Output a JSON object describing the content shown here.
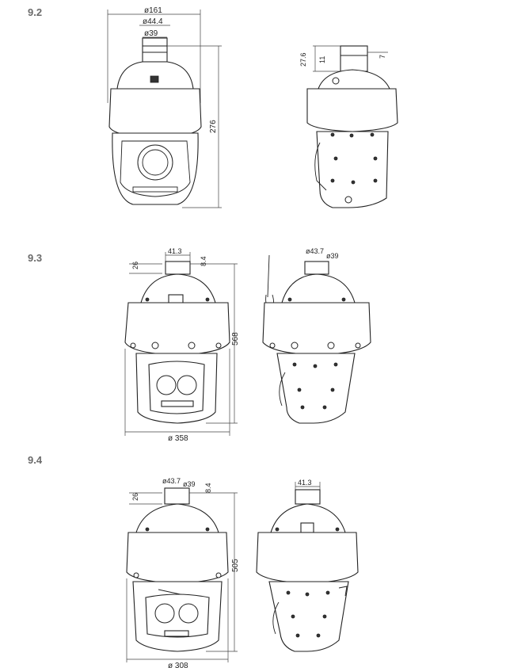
{
  "sections": [
    {
      "label": "9.2",
      "front": {
        "dia_top": "ø161",
        "dia_mid": "ø44.4",
        "dia_small": "ø39",
        "height": "276"
      },
      "side": {
        "dim_a": "27.6",
        "dim_b": "11",
        "dim_c": "7"
      }
    },
    {
      "label": "9.3",
      "front": {
        "top_offset": "26",
        "mount_width": "41.3",
        "mount_height": "8.4",
        "height": "568",
        "base_dia": "ø 358"
      },
      "side": {
        "dia_a": "ø43.7",
        "dia_b": "ø39"
      }
    },
    {
      "label": "9.4",
      "front": {
        "dia_a": "ø43.7",
        "dia_b": "ø39",
        "top_offset": "26",
        "mount_height": "8.4",
        "height": "505",
        "base_dia": "ø 308"
      },
      "side": {
        "mount_width": "41.3"
      }
    }
  ]
}
